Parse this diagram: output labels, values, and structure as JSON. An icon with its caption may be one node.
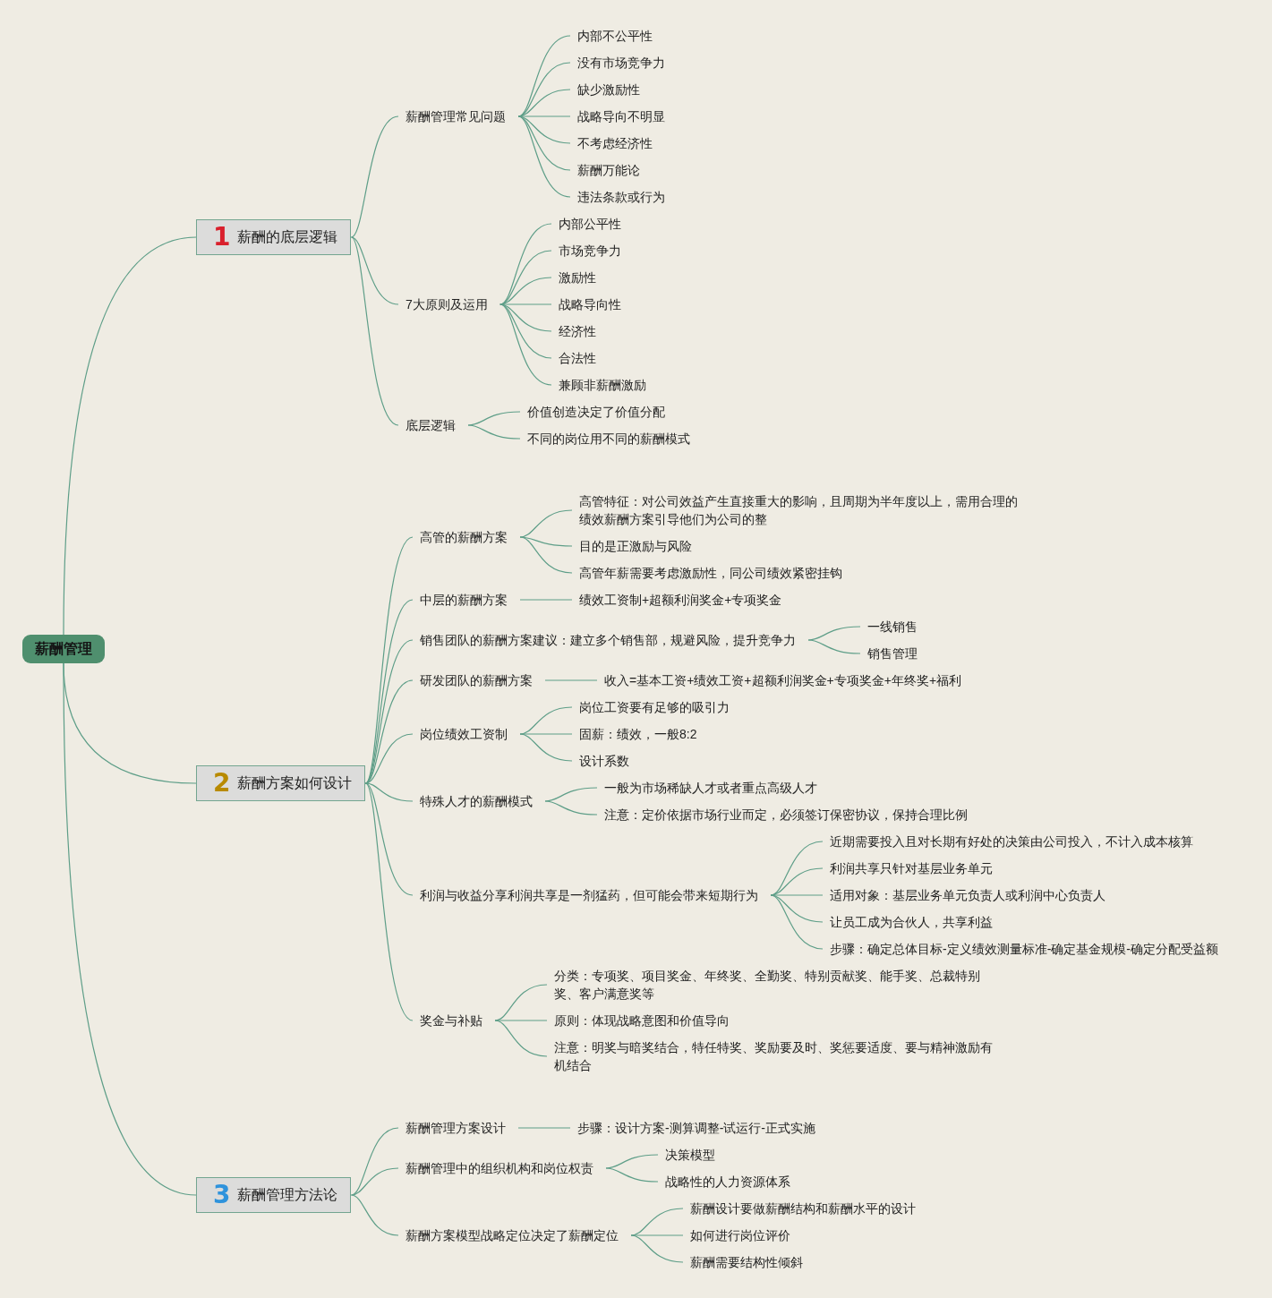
{
  "diagram": {
    "nodes": [
      {
        "text": [
          "薪酬管理"
        ]
      },
      {
        "text": [
          "1",
          "薪酬的底层逻辑"
        ]
      },
      {
        "text": [
          "薪酬管理常见问题"
        ]
      },
      {
        "text": [
          "内部不公平性"
        ]
      },
      {
        "text": [
          "没有市场竞争力"
        ]
      },
      {
        "text": [
          "缺少激励性"
        ]
      },
      {
        "text": [
          "战略导向不明显"
        ]
      },
      {
        "text": [
          "不考虑经济性"
        ]
      },
      {
        "text": [
          "薪酬万能论"
        ]
      },
      {
        "text": [
          "违法条款或行为"
        ]
      },
      {
        "text": [
          "7大原则及运用"
        ]
      },
      {
        "text": [
          "内部公平性"
        ]
      },
      {
        "text": [
          "市场竞争力"
        ]
      },
      {
        "text": [
          "激励性"
        ]
      },
      {
        "text": [
          "战略导向性"
        ]
      },
      {
        "text": [
          "经济性"
        ]
      },
      {
        "text": [
          "合法性"
        ]
      },
      {
        "text": [
          "兼顾非薪酬激励"
        ]
      },
      {
        "text": [
          "底层逻辑"
        ]
      },
      {
        "text": [
          "价值创造决定了价值分配"
        ]
      },
      {
        "text": [
          "不同的岗位用不同的薪酬模式"
        ]
      },
      {
        "text": [
          "2",
          "薪酬方案如何设计"
        ]
      },
      {
        "text": [
          "高管的薪酬方案"
        ]
      },
      {
        "text": [
          "高管特征：对公司效益产生直接重大的影响，且周期为半年度以上，需用合理的绩效薪酬方案引导他们为公司的整"
        ]
      },
      {
        "text": [
          "目的是正激励与风险"
        ]
      },
      {
        "text": [
          "高管年薪需要考虑激励性，同公司绩效紧密挂钩"
        ]
      },
      {
        "text": [
          "中层的薪酬方案"
        ]
      },
      {
        "text": [
          "绩效工资制+超额利润奖金+专项奖金"
        ]
      },
      {
        "text": [
          "销售团队的薪酬方案建议：建立多个销售部，规避风险，提升竞争力"
        ]
      },
      {
        "text": [
          "一线销售"
        ]
      },
      {
        "text": [
          "销售管理"
        ]
      },
      {
        "text": [
          "研发团队的薪酬方案"
        ]
      },
      {
        "text": [
          "收入=基本工资+绩效工资+超额利润奖金+专项奖金+年终奖+福利"
        ]
      },
      {
        "text": [
          "岗位绩效工资制"
        ]
      },
      {
        "text": [
          "岗位工资要有足够的吸引力"
        ]
      },
      {
        "text": [
          "固薪：绩效，一般8:2"
        ]
      },
      {
        "text": [
          "设计系数"
        ]
      },
      {
        "text": [
          "特殊人才的薪酬模式"
        ]
      },
      {
        "text": [
          "一般为市场稀缺人才或者重点高级人才"
        ]
      },
      {
        "text": [
          "注意：定价依据市场行业而定，必须签订保密协议，保持合理比例"
        ]
      },
      {
        "text": [
          "利润与收益分享利润共享是一剂猛药，但可能会带来短期行为"
        ]
      },
      {
        "text": [
          "近期需要投入且对长期有好处的决策由公司投入，不计入成本核算"
        ]
      },
      {
        "text": [
          "利润共享只针对基层业务单元"
        ]
      },
      {
        "text": [
          "适用对象：基层业务单元负责人或利润中心负责人"
        ]
      },
      {
        "text": [
          "让员工成为合伙人，共享利益"
        ]
      },
      {
        "text": [
          "步骤：确定总体目标-定义绩效测量标准-确定基金规模-确定分配受益额"
        ]
      },
      {
        "text": [
          "奖金与补贴"
        ]
      },
      {
        "text": [
          "分类：专项奖、项目奖金、年终奖、全勤奖、特别贡献奖、能手奖、总裁特别奖、客户满意奖等"
        ]
      },
      {
        "text": [
          "原则：体现战略意图和价值导向"
        ]
      },
      {
        "text": [
          "注意：明奖与暗奖结合，特任特奖、奖励要及时、奖惩要适度、要与精神激励有机结合"
        ]
      },
      {
        "text": [
          "3",
          "薪酬管理方法论"
        ]
      },
      {
        "text": [
          "薪酬管理方案设计"
        ]
      },
      {
        "text": [
          "步骤：设计方案-测算调整-试运行-正式实施"
        ]
      },
      {
        "text": [
          "薪酬管理中的组织机构和岗位权责"
        ]
      },
      {
        "text": [
          "决策模型"
        ]
      },
      {
        "text": [
          "战略性的人力资源体系"
        ]
      },
      {
        "text": [
          "薪酬方案模型战略定位决定了薪酬定位"
        ]
      },
      {
        "text": [
          "薪酬设计要做薪酬结构和薪酬水平的设计"
        ]
      },
      {
        "text": [
          "如何进行岗位评价"
        ]
      },
      {
        "text": [
          "薪酬需要结构性倾斜"
        ]
      }
    ],
    "edges": [
      {
        "from": 0,
        "to": 1,
        "arrow": "none"
      },
      {
        "from": 0,
        "to": 21,
        "arrow": "none"
      },
      {
        "from": 0,
        "to": 50,
        "arrow": "none"
      },
      {
        "from": 1,
        "to": 2,
        "arrow": "none"
      },
      {
        "from": 1,
        "to": 10,
        "arrow": "none"
      },
      {
        "from": 1,
        "to": 18,
        "arrow": "none"
      },
      {
        "from": 2,
        "to": 3,
        "arrow": "none"
      },
      {
        "from": 2,
        "to": 4,
        "arrow": "none"
      },
      {
        "from": 2,
        "to": 5,
        "arrow": "none"
      },
      {
        "from": 2,
        "to": 6,
        "arrow": "none"
      },
      {
        "from": 2,
        "to": 7,
        "arrow": "none"
      },
      {
        "from": 2,
        "to": 8,
        "arrow": "none"
      },
      {
        "from": 2,
        "to": 9,
        "arrow": "none"
      },
      {
        "from": 10,
        "to": 11,
        "arrow": "none"
      },
      {
        "from": 10,
        "to": 12,
        "arrow": "none"
      },
      {
        "from": 10,
        "to": 13,
        "arrow": "none"
      },
      {
        "from": 10,
        "to": 14,
        "arrow": "none"
      },
      {
        "from": 10,
        "to": 15,
        "arrow": "none"
      },
      {
        "from": 10,
        "to": 16,
        "arrow": "none"
      },
      {
        "from": 10,
        "to": 17,
        "arrow": "none"
      },
      {
        "from": 18,
        "to": 19,
        "arrow": "none"
      },
      {
        "from": 18,
        "to": 20,
        "arrow": "none"
      },
      {
        "from": 21,
        "to": 22,
        "arrow": "none"
      },
      {
        "from": 21,
        "to": 26,
        "arrow": "none"
      },
      {
        "from": 21,
        "to": 28,
        "arrow": "none"
      },
      {
        "from": 21,
        "to": 31,
        "arrow": "none"
      },
      {
        "from": 21,
        "to": 33,
        "arrow": "none"
      },
      {
        "from": 21,
        "to": 37,
        "arrow": "none"
      },
      {
        "from": 21,
        "to": 40,
        "arrow": "none"
      },
      {
        "from": 21,
        "to": 46,
        "arrow": "none"
      },
      {
        "from": 22,
        "to": 23,
        "arrow": "none"
      },
      {
        "from": 22,
        "to": 24,
        "arrow": "none"
      },
      {
        "from": 22,
        "to": 25,
        "arrow": "none"
      },
      {
        "from": 26,
        "to": 27,
        "arrow": "none"
      },
      {
        "from": 28,
        "to": 29,
        "arrow": "none"
      },
      {
        "from": 28,
        "to": 30,
        "arrow": "none"
      },
      {
        "from": 31,
        "to": 32,
        "arrow": "none"
      },
      {
        "from": 33,
        "to": 34,
        "arrow": "none"
      },
      {
        "from": 33,
        "to": 35,
        "arrow": "none"
      },
      {
        "from": 33,
        "to": 36,
        "arrow": "none"
      },
      {
        "from": 37,
        "to": 38,
        "arrow": "none"
      },
      {
        "from": 37,
        "to": 39,
        "arrow": "none"
      },
      {
        "from": 40,
        "to": 41,
        "arrow": "none"
      },
      {
        "from": 40,
        "to": 42,
        "arrow": "none"
      },
      {
        "from": 40,
        "to": 43,
        "arrow": "none"
      },
      {
        "from": 40,
        "to": 44,
        "arrow": "none"
      },
      {
        "from": 40,
        "to": 45,
        "arrow": "none"
      },
      {
        "from": 46,
        "to": 47,
        "arrow": "none"
      },
      {
        "from": 46,
        "to": 48,
        "arrow": "none"
      },
      {
        "from": 46,
        "to": 49,
        "arrow": "none"
      },
      {
        "from": 50,
        "to": 51,
        "arrow": "none"
      },
      {
        "from": 50,
        "to": 53,
        "arrow": "none"
      },
      {
        "from": 50,
        "to": 56,
        "arrow": "none"
      },
      {
        "from": 51,
        "to": 52,
        "arrow": "none"
      },
      {
        "from": 53,
        "to": 54,
        "arrow": "none"
      },
      {
        "from": 53,
        "to": 55,
        "arrow": "none"
      },
      {
        "from": 56,
        "to": 57,
        "arrow": "none"
      },
      {
        "from": 56,
        "to": 58,
        "arrow": "none"
      },
      {
        "from": 56,
        "to": 59,
        "arrow": "none"
      }
    ]
  }
}
